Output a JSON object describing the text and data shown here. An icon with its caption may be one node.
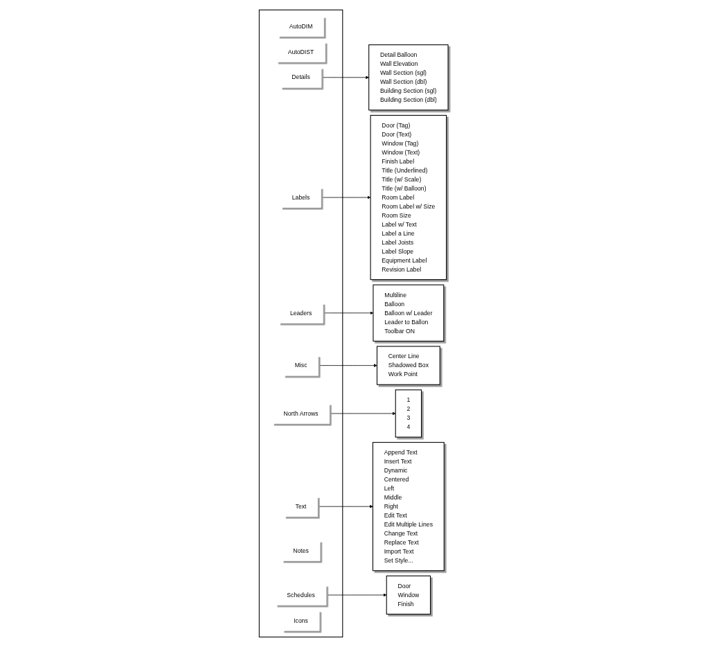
{
  "diagram": {
    "nodes": [
      {
        "text": [],
        "shape": "box"
      },
      {
        "text": [
          "AutoDIM"
        ],
        "in": 0
      },
      {
        "text": [
          "AutoDIST"
        ],
        "in": 0
      },
      {
        "text": [
          "Details"
        ],
        "in": 0
      },
      {
        "text": [
          "Labels"
        ],
        "in": 0
      },
      {
        "text": [
          "Leaders"
        ],
        "in": 0
      },
      {
        "text": [
          "Misc"
        ],
        "in": 0
      },
      {
        "text": [
          "North Arrows"
        ],
        "in": 0
      },
      {
        "text": [
          "Text"
        ],
        "in": 0
      },
      {
        "text": [
          "Notes"
        ],
        "in": 0
      },
      {
        "text": [
          "Schedules"
        ],
        "in": 0
      },
      {
        "text": [
          "Icons"
        ],
        "in": 0
      },
      {
        "text": [
          "Detail Balloon",
          "Wall Elevation",
          "Wall Section (sgl)",
          "Wall Section (dbl)",
          "Building Section (sgl)",
          "Building Section (dbl)"
        ]
      },
      {
        "text": [
          "Multiline",
          "Balloon",
          "Balloon w/ Leader",
          "Leader to Ballon",
          "Toolbar ON"
        ]
      },
      {
        "text": [
          "Door (Tag)",
          "Door (Text)",
          "Window (Tag)",
          "Window (Text)",
          "Finish Label",
          "Title (Underlined)",
          "Title (w/ Scale)",
          "Title (w/ Balloon)",
          "Room Label",
          "Room Label w/ Size",
          "Room Size",
          "Label w/ Text",
          "Label a Line",
          "Label Joists",
          "Label Slope",
          "Equipment Label",
          "Revision Label"
        ]
      },
      {
        "text": [
          "Center Line",
          "Shadowed Box",
          "Work Point"
        ]
      },
      {
        "text": [
          "Append Text",
          "Insert Text",
          "Dynamic",
          "Centered",
          "Left",
          "Middle",
          "Right",
          "Edit Text",
          "Edit Multiple Lines",
          "Change Text",
          "Replace Text",
          "Import Text",
          "Set Style..."
        ]
      },
      {
        "text": [
          "Door",
          "Window",
          "Finish"
        ]
      },
      {
        "text": [
          "1",
          "2",
          "3",
          "4"
        ]
      }
    ],
    "edges": [
      {
        "from": 3,
        "to": 12,
        "arrow": "to"
      },
      {
        "from": 4,
        "to": 14,
        "arrow": "to"
      },
      {
        "from": 5,
        "to": 13,
        "arrow": "to"
      },
      {
        "from": 6,
        "to": 15,
        "arrow": "to"
      },
      {
        "from": 7,
        "to": 18,
        "arrow": "to"
      },
      {
        "from": 8,
        "to": 16,
        "arrow": "to"
      },
      {
        "from": 10,
        "to": 17,
        "arrow": "to"
      }
    ]
  }
}
